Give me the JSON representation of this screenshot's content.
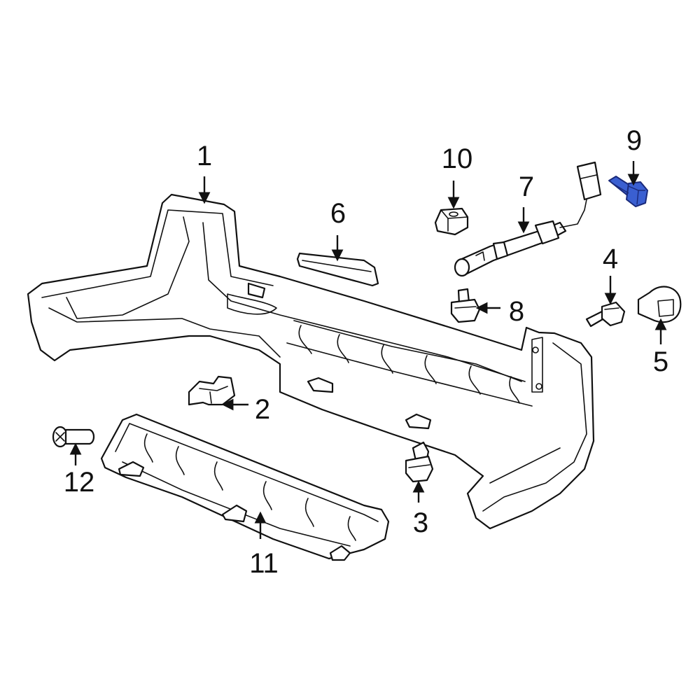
{
  "diagram": {
    "highlight_color": "#3a5fd1",
    "callouts": [
      {
        "id": "1",
        "label": "1"
      },
      {
        "id": "2",
        "label": "2"
      },
      {
        "id": "3",
        "label": "3"
      },
      {
        "id": "4",
        "label": "4"
      },
      {
        "id": "5",
        "label": "5"
      },
      {
        "id": "6",
        "label": "6"
      },
      {
        "id": "7",
        "label": "7"
      },
      {
        "id": "8",
        "label": "8"
      },
      {
        "id": "9",
        "label": "9",
        "highlighted": true
      },
      {
        "id": "10",
        "label": "10"
      },
      {
        "id": "11",
        "label": "11"
      },
      {
        "id": "12",
        "label": "12"
      }
    ]
  }
}
